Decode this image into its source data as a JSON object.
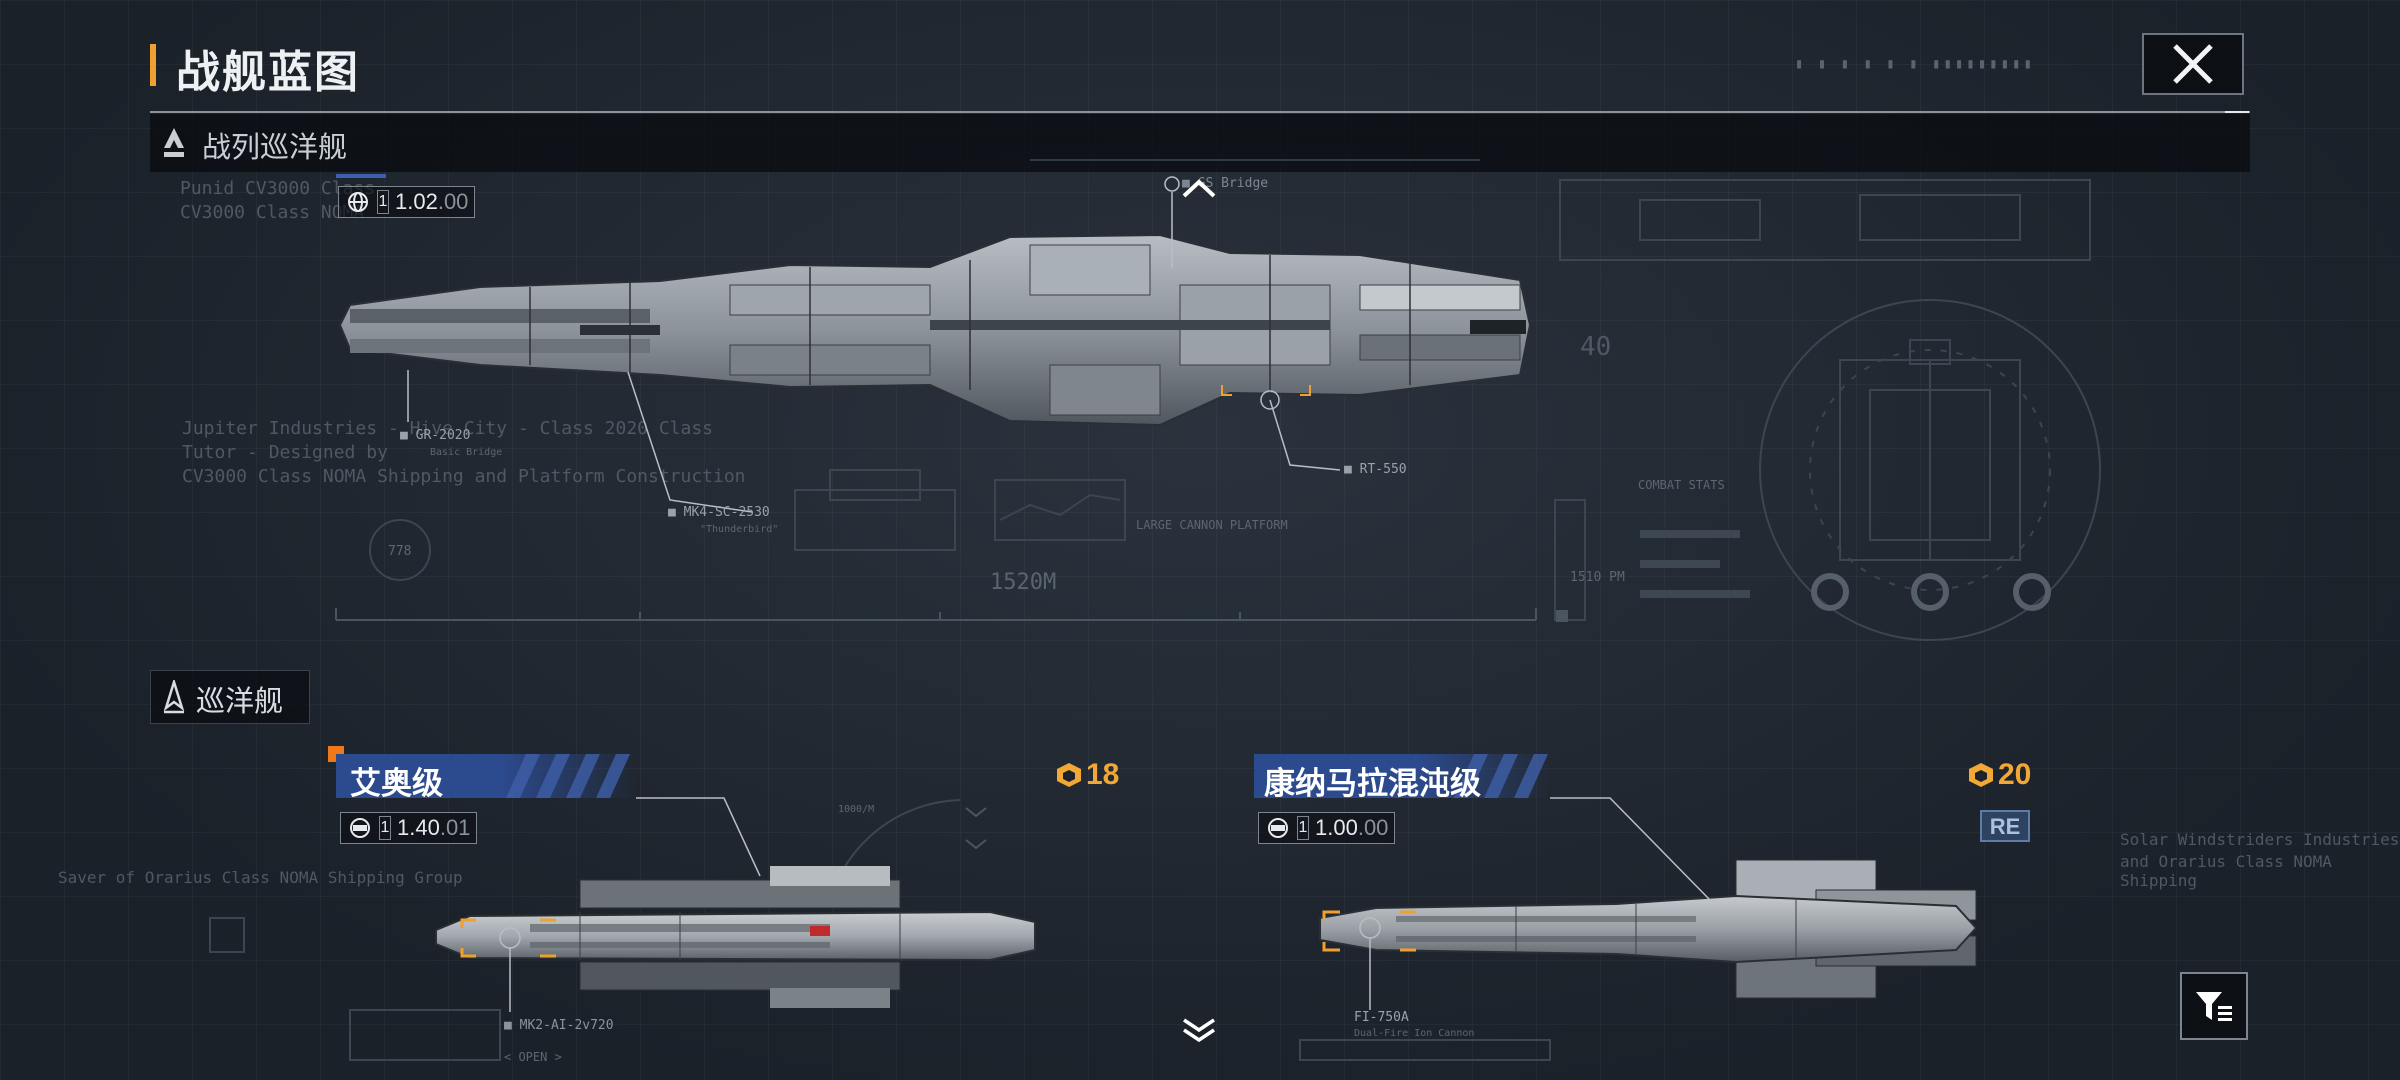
{
  "header": {
    "title": "战舰蓝图",
    "close_icon": "close-icon",
    "deco_dashes": "▮ ▮ ▮ ▮ ▮ ▮ ▮▮▮▮▮▮▮▮▮"
  },
  "section_battlecruiser": {
    "label": "战列巡洋舰",
    "icon": "ship-class-icon",
    "ship": {
      "chip_num": "1",
      "chip_version": "1.02",
      "chip_sub": ".00",
      "ghost_name_1": "Punid CV3000 Class",
      "ghost_name_2": "CV3000 Class NOMA",
      "ghost_desc_1": "Jupiter Industries - Hive City - Class 2020 Class",
      "ghost_desc_2": "Tutor - Designed by",
      "ghost_desc_3": "CV3000 Class NOMA Shipping and Platform Construction",
      "callout_top": "■ GS Bridge",
      "callout_left": "■ GR-2020",
      "callout_left_sub": "Basic Bridge",
      "callout_mid": "■ MK4-SC-2530",
      "callout_mid_sub": "\"Thunderbird\"",
      "callout_right": "■ RT-550",
      "length_label": "1520M",
      "platform_label": "LARGE CANNON PLATFORM",
      "combat_label": "COMBAT STATS",
      "num_40": "40",
      "num_778": "778",
      "num_1510": "1510 PM"
    }
  },
  "section_cruiser": {
    "label": "巡洋舰",
    "icon": "cruiser-class-icon",
    "ships": [
      {
        "name": "艾奥级",
        "cost": "18",
        "chip_num": "1",
        "chip_version": "1.40",
        "chip_sub": ".01",
        "callout": "■ MK2-AI-2v720",
        "callout_sub": "< OPEN >",
        "ghost": "Saver of Orarius Class NOMA Shipping Group",
        "scale": "1000/M"
      },
      {
        "name": "康纳马拉混沌级",
        "cost": "20",
        "chip_num": "1",
        "chip_version": "1.00",
        "chip_sub": ".00",
        "badge": "RE",
        "callout": "FI-750A",
        "callout_sub": "Dual-Fire Ion Cannon",
        "ghost_1": "Solar Windstriders Industries",
        "ghost_2": "and Orarius Class NOMA Shipping"
      }
    ]
  },
  "filter_icon": "filter-list-icon",
  "scroll_up_icon": "chevron-up-icon",
  "scroll_down_icon": "chevron-double-down-icon",
  "colors": {
    "accent_orange": "#f0a030",
    "cost_orange": "#f2a834",
    "name_band_blue": "#2c4a8e",
    "selection_orange": "#f07818"
  }
}
